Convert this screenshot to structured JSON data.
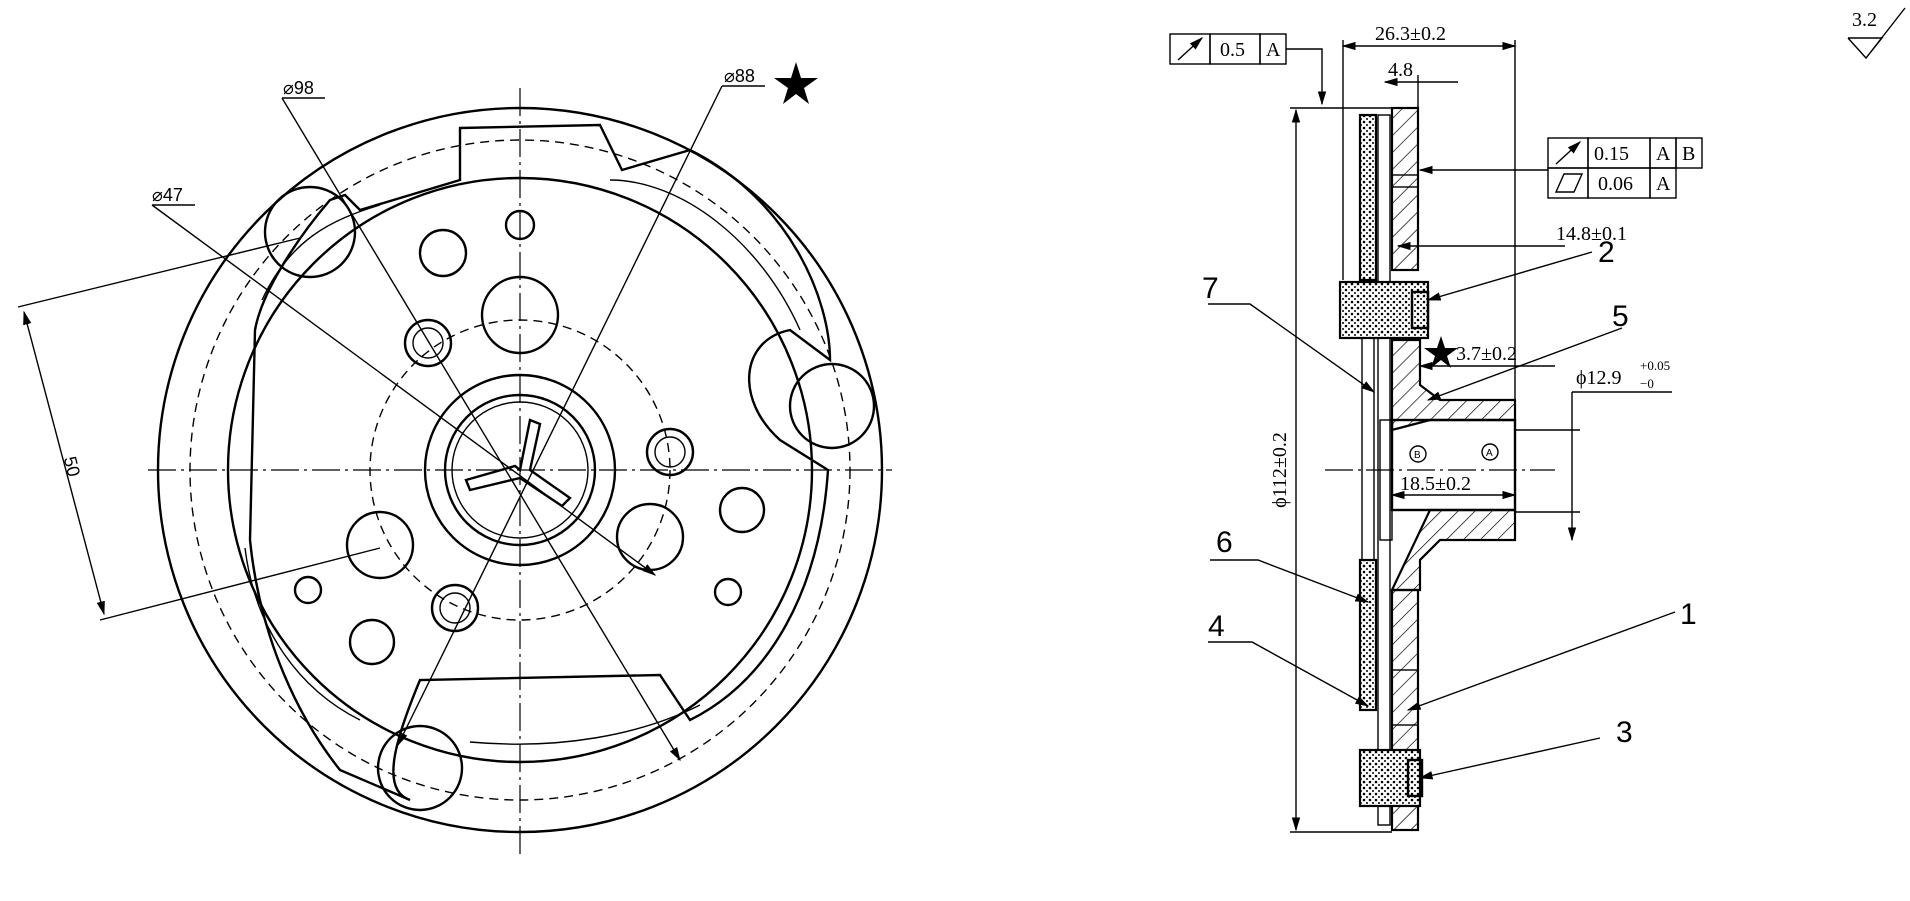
{
  "front_view": {
    "dim_d98": "⌀98",
    "dim_d88": "⌀88",
    "dim_d47": "⌀47",
    "dim_50": "50"
  },
  "section_view": {
    "width_dim": "26.3±0.2",
    "thickness_dim": "4.8",
    "bore_dim": "14.8±0.1",
    "gap_dim": "3.7±0.2",
    "shaft_dim": "ϕ12.9",
    "shaft_tol_upper": "+0.05",
    "shaft_tol_lower": "−0",
    "hub_dim": "18.5±0.2",
    "outer_dim": "ϕ112±0.2",
    "datum_b": "B",
    "datum_a": "A"
  },
  "fcf_runout": {
    "value": "0.5",
    "datum": "A"
  },
  "fcf_runout2": {
    "value": "0.15",
    "datum1": "A",
    "datum2": "B"
  },
  "fcf_flatness": {
    "value": "0.06",
    "datum": "A"
  },
  "roughness": "3.2",
  "part_labels": [
    "1",
    "2",
    "3",
    "4",
    "5",
    "6",
    "7"
  ]
}
